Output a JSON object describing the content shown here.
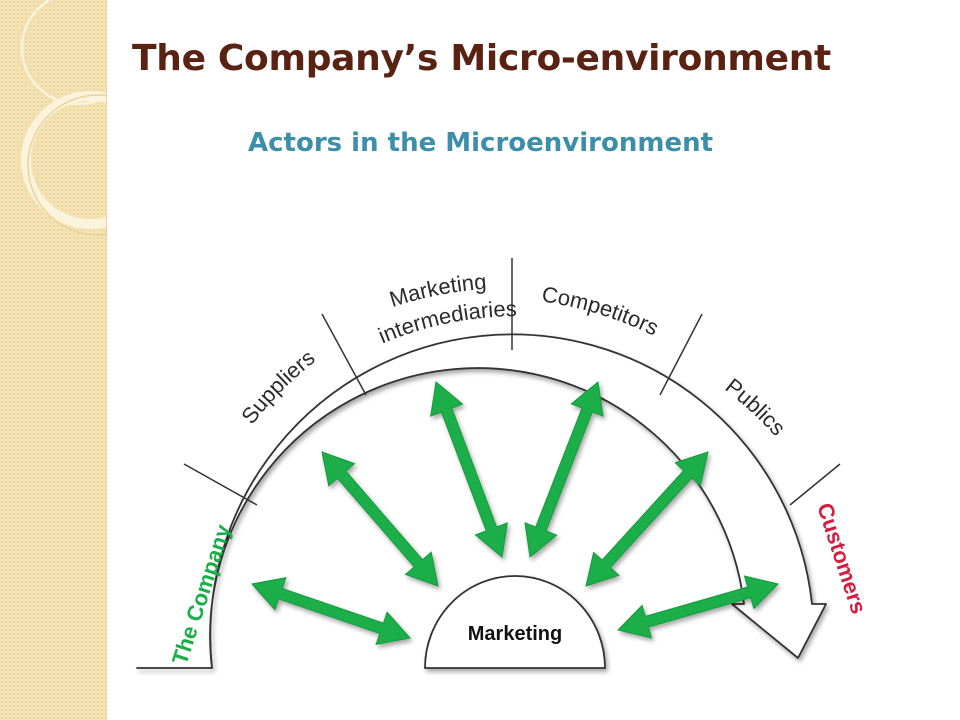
{
  "slide": {
    "title": "The Company’s Micro-environment",
    "subtitle": "Actors in the Microenvironment"
  },
  "diagram": {
    "center": "Marketing",
    "segments": [
      {
        "id": "company",
        "lines": [
          "The Company"
        ]
      },
      {
        "id": "suppliers",
        "lines": [
          "Suppliers"
        ]
      },
      {
        "id": "intermediaries",
        "lines": [
          "Marketing",
          "intermediaries"
        ]
      },
      {
        "id": "competitors",
        "lines": [
          "Competitors"
        ]
      },
      {
        "id": "publics",
        "lines": [
          "Publics"
        ]
      },
      {
        "id": "customers",
        "lines": [
          "Customers"
        ]
      }
    ]
  },
  "colors": {
    "title": "#5a2212",
    "subtitle": "#3d8ea8",
    "arrow": "#1aae48",
    "company_text": "#1aae48",
    "customers_text": "#d41d3f",
    "side_strip": "#f4e2b3"
  }
}
